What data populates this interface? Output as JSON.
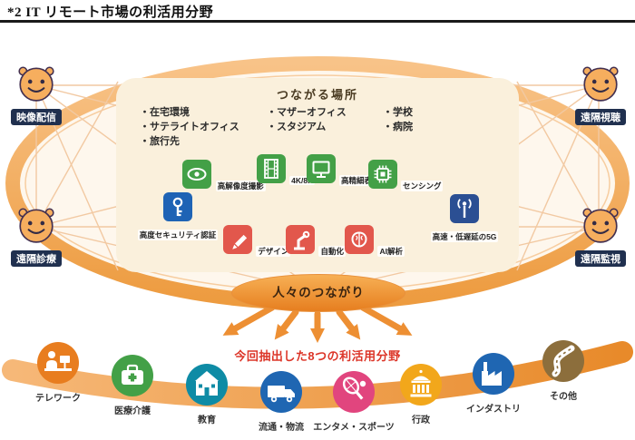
{
  "title": "*2  IT リモート市場の利活用分野",
  "palette": {
    "ring_orange": "#F0A45C",
    "mesh_line": "#F2C9A2",
    "panel_bg": "#FAF0DC",
    "arrow_orange": "#ED8F33",
    "caption_red": "#DC3528",
    "node_label_bg": "#20304F",
    "hub_text": "#3A2410"
  },
  "diagram": {
    "corner_nodes": [
      {
        "label": "映像配信",
        "position": "top-left"
      },
      {
        "label": "遠隔視聴",
        "position": "top-right"
      },
      {
        "label": "遠隔診療",
        "position": "bottom-left"
      },
      {
        "label": "遠隔監視",
        "position": "bottom-right"
      }
    ],
    "places_panel": {
      "title": "つながる場所",
      "columns": [
        {
          "items": [
            "在宅環境",
            "サテライトオフィス",
            "旅行先"
          ]
        },
        {
          "items": [
            "マザーオフィス",
            "スタジアム"
          ]
        },
        {
          "items": [
            "学校",
            "病院"
          ]
        }
      ],
      "technologies": [
        {
          "label": "高解像度撮影",
          "icon": "eye-icon",
          "color": "#43A047"
        },
        {
          "label": "4K/8K",
          "icon": "film-icon",
          "color": "#43A047"
        },
        {
          "label": "高精細表示",
          "icon": "monitor-icon",
          "color": "#43A047"
        },
        {
          "label": "センシング",
          "icon": "chip-icon",
          "color": "#43A047"
        },
        {
          "label": "高度セキュリティ認証",
          "icon": "key-icon",
          "color": "#1E63B5"
        },
        {
          "label": "デザイン",
          "icon": "pen-icon",
          "color": "#E2574C"
        },
        {
          "label": "自動化",
          "icon": "robot-arm-icon",
          "color": "#E2574C"
        },
        {
          "label": "AI解析",
          "icon": "brain-icon",
          "color": "#E2574C"
        },
        {
          "label": "高速・低遅延の5G",
          "icon": "antenna-icon",
          "color": "#2B4F93"
        }
      ]
    },
    "hub_label": "人々のつながり",
    "arrow_caption": "今回抽出した8つの利活用分野"
  },
  "categories": [
    {
      "label": "テレワーク",
      "icon": "telework-icon",
      "color": "#E87D1F"
    },
    {
      "label": "医療介護",
      "icon": "medical-icon",
      "color": "#43A047"
    },
    {
      "label": "教育",
      "icon": "school-icon",
      "color": "#0E8BA5"
    },
    {
      "label": "流通・物流",
      "icon": "truck-icon",
      "color": "#1F66B2"
    },
    {
      "label": "エンタメ・スポーツ",
      "icon": "tennis-icon",
      "color": "#E1457E"
    },
    {
      "label": "行政",
      "icon": "government-icon",
      "color": "#F2A71B"
    },
    {
      "label": "インダストリ",
      "icon": "factory-icon",
      "color": "#1F66B2"
    },
    {
      "label": "その他",
      "icon": "road-icon",
      "color": "#8C6E3C"
    }
  ]
}
